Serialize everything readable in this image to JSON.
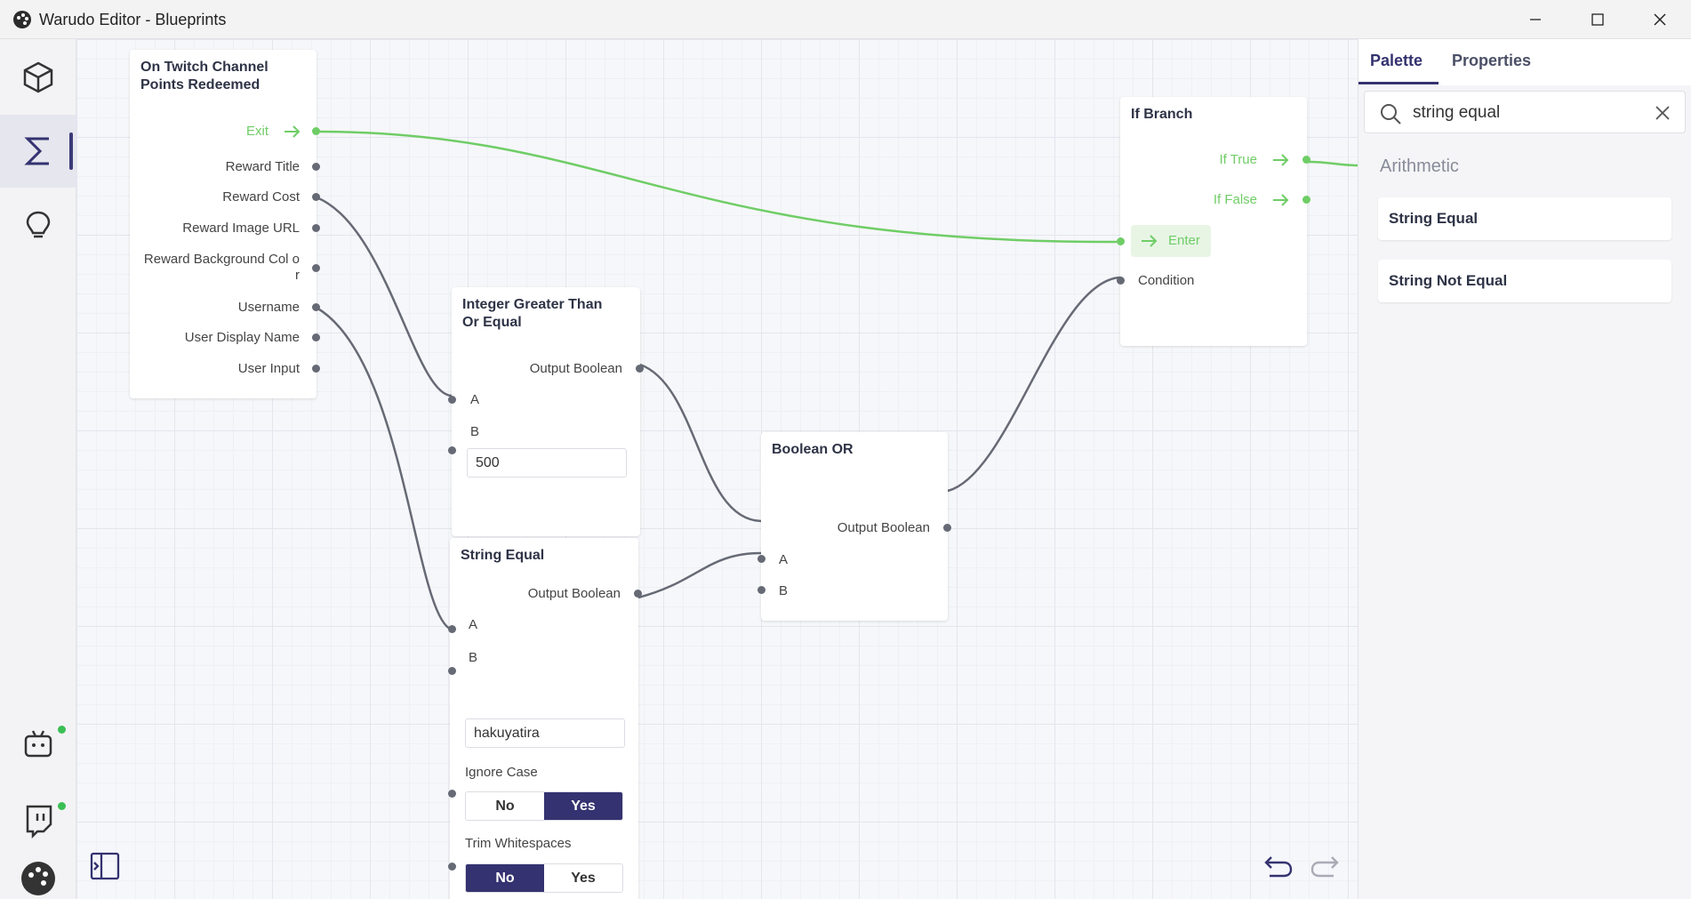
{
  "window": {
    "title": "Warudo Editor - Blueprints"
  },
  "rail": {
    "items": [
      {
        "icon": "cube-icon"
      },
      {
        "icon": "sigma-icon",
        "active": true
      },
      {
        "icon": "lightbulb-icon"
      },
      {
        "icon": "bot-icon",
        "online": true
      },
      {
        "icon": "twitch-icon",
        "online": true
      },
      {
        "icon": "palette-icon"
      }
    ]
  },
  "nodes": {
    "twitch": {
      "title": "On Twitch Channel Points Redeemed",
      "exit": "Exit",
      "ports": [
        "Reward Title",
        "Reward Cost",
        "Reward Image URL",
        "Reward Background Col or",
        "Username",
        "User Display Name",
        "User Input"
      ]
    },
    "intgte": {
      "title": "Integer Greater Than Or Equal",
      "output": "Output Boolean",
      "a": "A",
      "b": "B",
      "b_value": "500"
    },
    "streq": {
      "title": "String Equal",
      "output": "Output Boolean",
      "a": "A",
      "b": "B",
      "b_value": "hakuyatira",
      "ignore_case": {
        "label": "Ignore Case",
        "no": "No",
        "yes": "Yes",
        "selected": "Yes"
      },
      "trim": {
        "label": "Trim Whitespaces",
        "no": "No",
        "yes": "Yes",
        "selected": "No"
      }
    },
    "bor": {
      "title": "Boolean OR",
      "output": "Output Boolean",
      "a": "A",
      "b": "B"
    },
    "ifbranch": {
      "title": "If Branch",
      "if_true": "If True",
      "if_false": "If False",
      "enter": "Enter",
      "condition": "Condition"
    }
  },
  "panel": {
    "tabs": [
      "Palette",
      "Properties"
    ],
    "active_tab": "Palette",
    "search_value": "string equal",
    "section": "Arithmetic",
    "results": [
      "String Equal",
      "String Not Equal"
    ]
  },
  "colors": {
    "accent": "#343270",
    "exec": "#6fcd66",
    "wire": "#666a75",
    "online": "#3bbf55"
  }
}
